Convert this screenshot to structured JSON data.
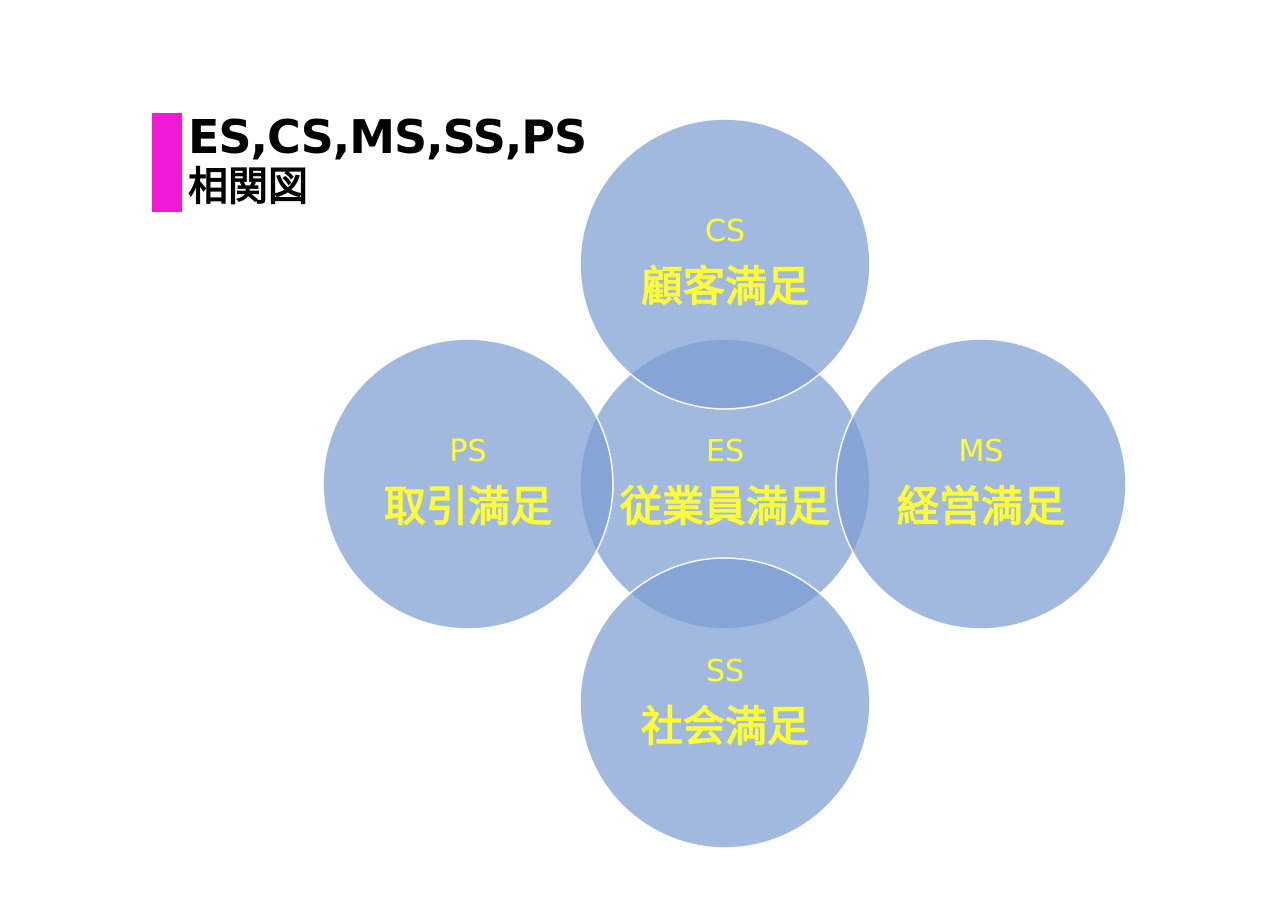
{
  "title": {
    "line1": "ES,CS,MS,SS,PS",
    "line2": "相関図",
    "accent_color": "#f01ad6"
  },
  "colors": {
    "circle_fill": "#7b9bd2",
    "circle_opacity": 0.7,
    "label": "#ffff33"
  },
  "circles": {
    "es": {
      "abbr": "ES",
      "label": "従業員満足"
    },
    "cs": {
      "abbr": "CS",
      "label": "顧客満足"
    },
    "ms": {
      "abbr": "MS",
      "label": "経営満足"
    },
    "ss": {
      "abbr": "SS",
      "label": "社会満足"
    },
    "ps": {
      "abbr": "PS",
      "label": "取引満足"
    }
  }
}
